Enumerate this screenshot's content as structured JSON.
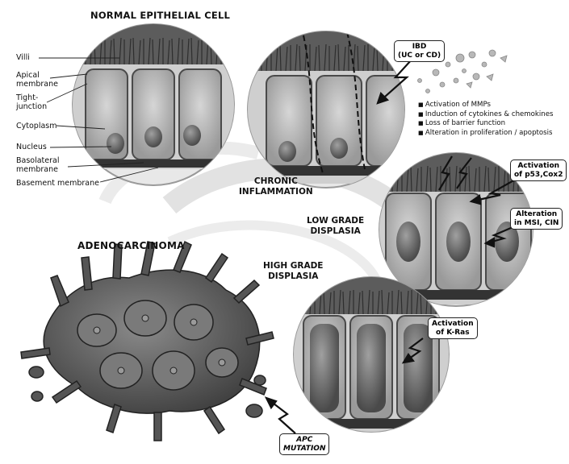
{
  "title": "NORMAL EPITHELIAL CELL",
  "parts": [
    "Villi",
    "Apical\nmembrane",
    "Tight-\njunction",
    "Cytoplasm",
    "Nucleus",
    "Basolateral\nmembrane",
    "Basement membrane"
  ],
  "stages": {
    "chronic": "CHRONIC\nINFLAMMATION",
    "low": "LOW GRADE\nDISPLASIA",
    "high": "HIGH GRADE\nDISPLASIA",
    "adeno": "ADENOCARCINOMA"
  },
  "callouts": {
    "ibd": "IBD\n(UC or CD)",
    "p53": "Activation\nof p53,Cox2",
    "msi": "Alteration\nin MSI, CIN",
    "kras": "Activation\nof K-Ras",
    "apc": "APC\nMUTATION"
  },
  "effects": [
    "Activation of MMPs",
    "Induction of cytokines & chemokines",
    "Loss of barrier function",
    "Alteration in proliferation / apoptosis"
  ],
  "colors": {
    "background": "#ffffff",
    "cell": "#a9a9a9",
    "nucleus": "#6f6f6f",
    "dark": "#3c3c3c"
  }
}
